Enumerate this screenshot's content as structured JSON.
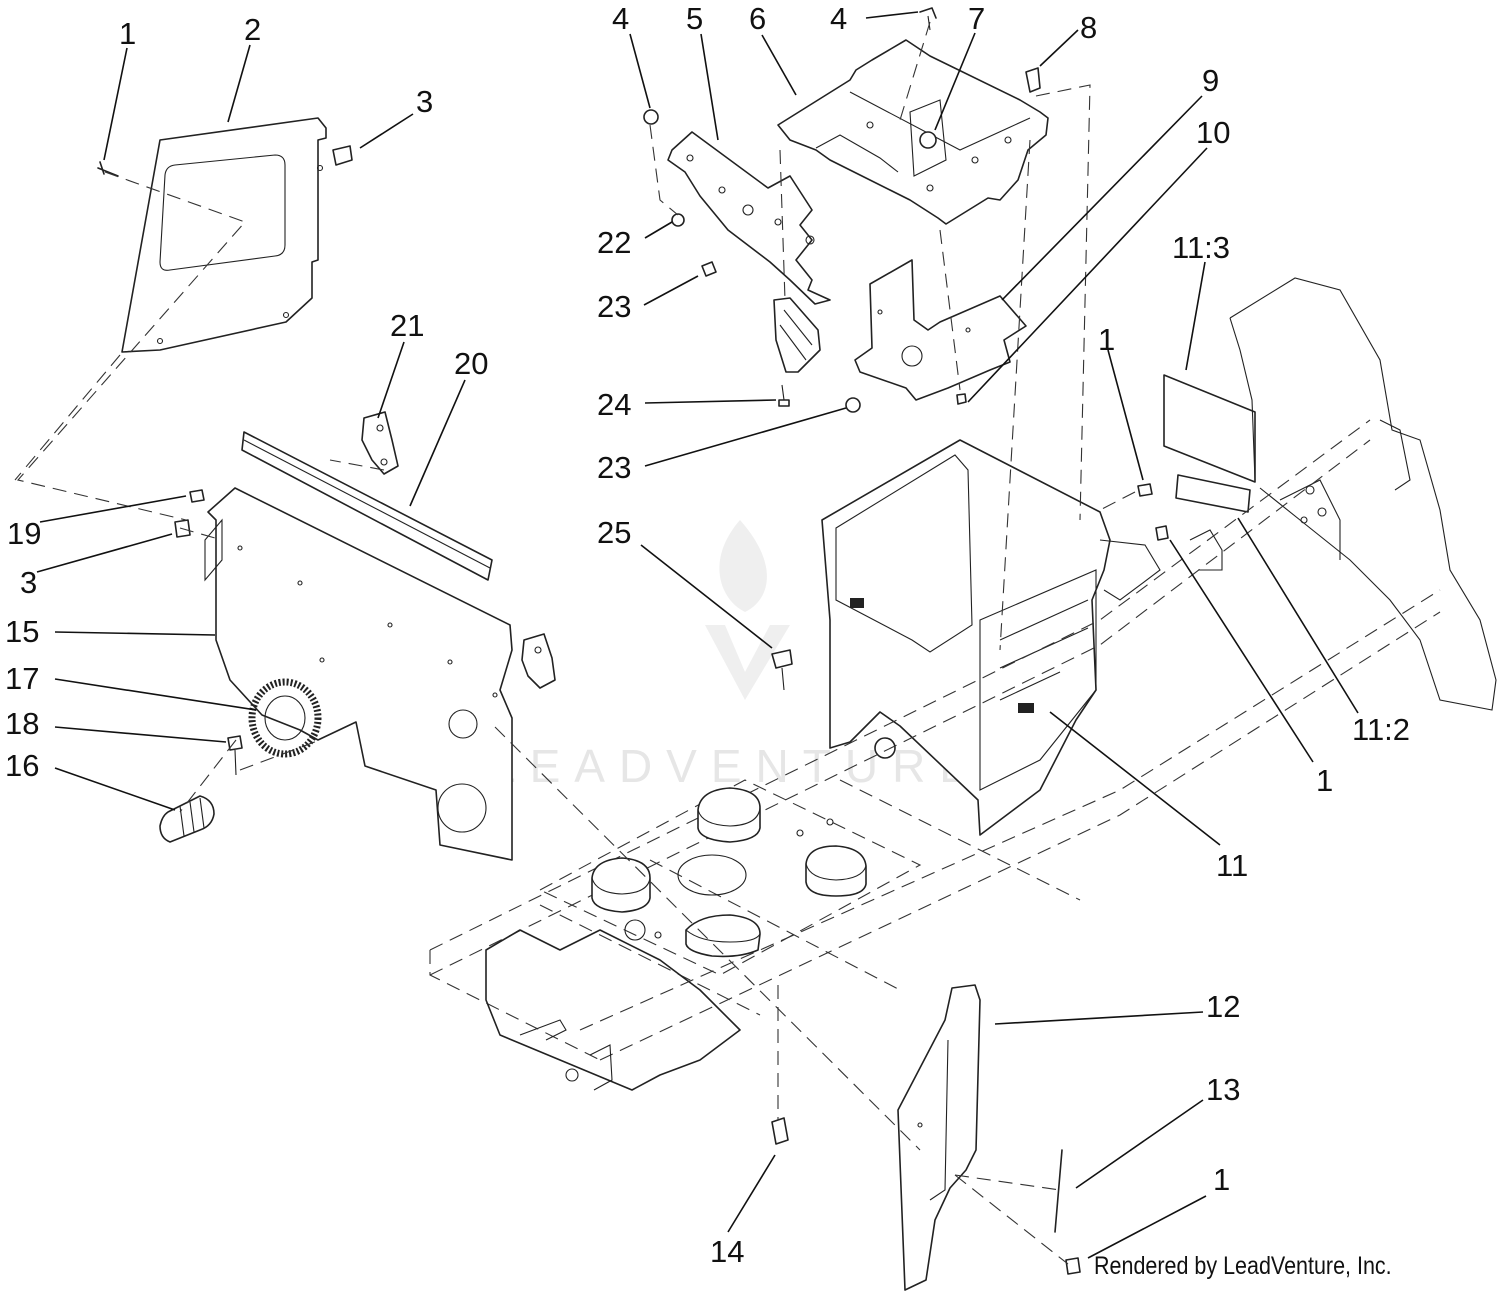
{
  "watermark": "LEADVENTURE",
  "credit": "Rendered by LeadVenture, Inc.",
  "callouts": [
    {
      "id": "c1a",
      "label": "1"
    },
    {
      "id": "c2",
      "label": "2"
    },
    {
      "id": "c3a",
      "label": "3"
    },
    {
      "id": "c4a",
      "label": "4"
    },
    {
      "id": "c5",
      "label": "5"
    },
    {
      "id": "c6",
      "label": "6"
    },
    {
      "id": "c4b",
      "label": "4"
    },
    {
      "id": "c7",
      "label": "7"
    },
    {
      "id": "c8",
      "label": "8"
    },
    {
      "id": "c9",
      "label": "9"
    },
    {
      "id": "c10",
      "label": "10"
    },
    {
      "id": "c11_3",
      "label": "11:3"
    },
    {
      "id": "c1b",
      "label": "1"
    },
    {
      "id": "c21",
      "label": "21"
    },
    {
      "id": "c20",
      "label": "20"
    },
    {
      "id": "c22",
      "label": "22"
    },
    {
      "id": "c23a",
      "label": "23"
    },
    {
      "id": "c24",
      "label": "24"
    },
    {
      "id": "c23b",
      "label": "23"
    },
    {
      "id": "c19",
      "label": "19"
    },
    {
      "id": "c3b",
      "label": "3"
    },
    {
      "id": "c25",
      "label": "25"
    },
    {
      "id": "c15",
      "label": "15"
    },
    {
      "id": "c17",
      "label": "17"
    },
    {
      "id": "c18",
      "label": "18"
    },
    {
      "id": "c16",
      "label": "16"
    },
    {
      "id": "c11_2",
      "label": "11:2"
    },
    {
      "id": "c1c",
      "label": "1"
    },
    {
      "id": "c11",
      "label": "11"
    },
    {
      "id": "c12",
      "label": "12"
    },
    {
      "id": "c13",
      "label": "13"
    },
    {
      "id": "c1d",
      "label": "1"
    },
    {
      "id": "c14",
      "label": "14"
    }
  ]
}
